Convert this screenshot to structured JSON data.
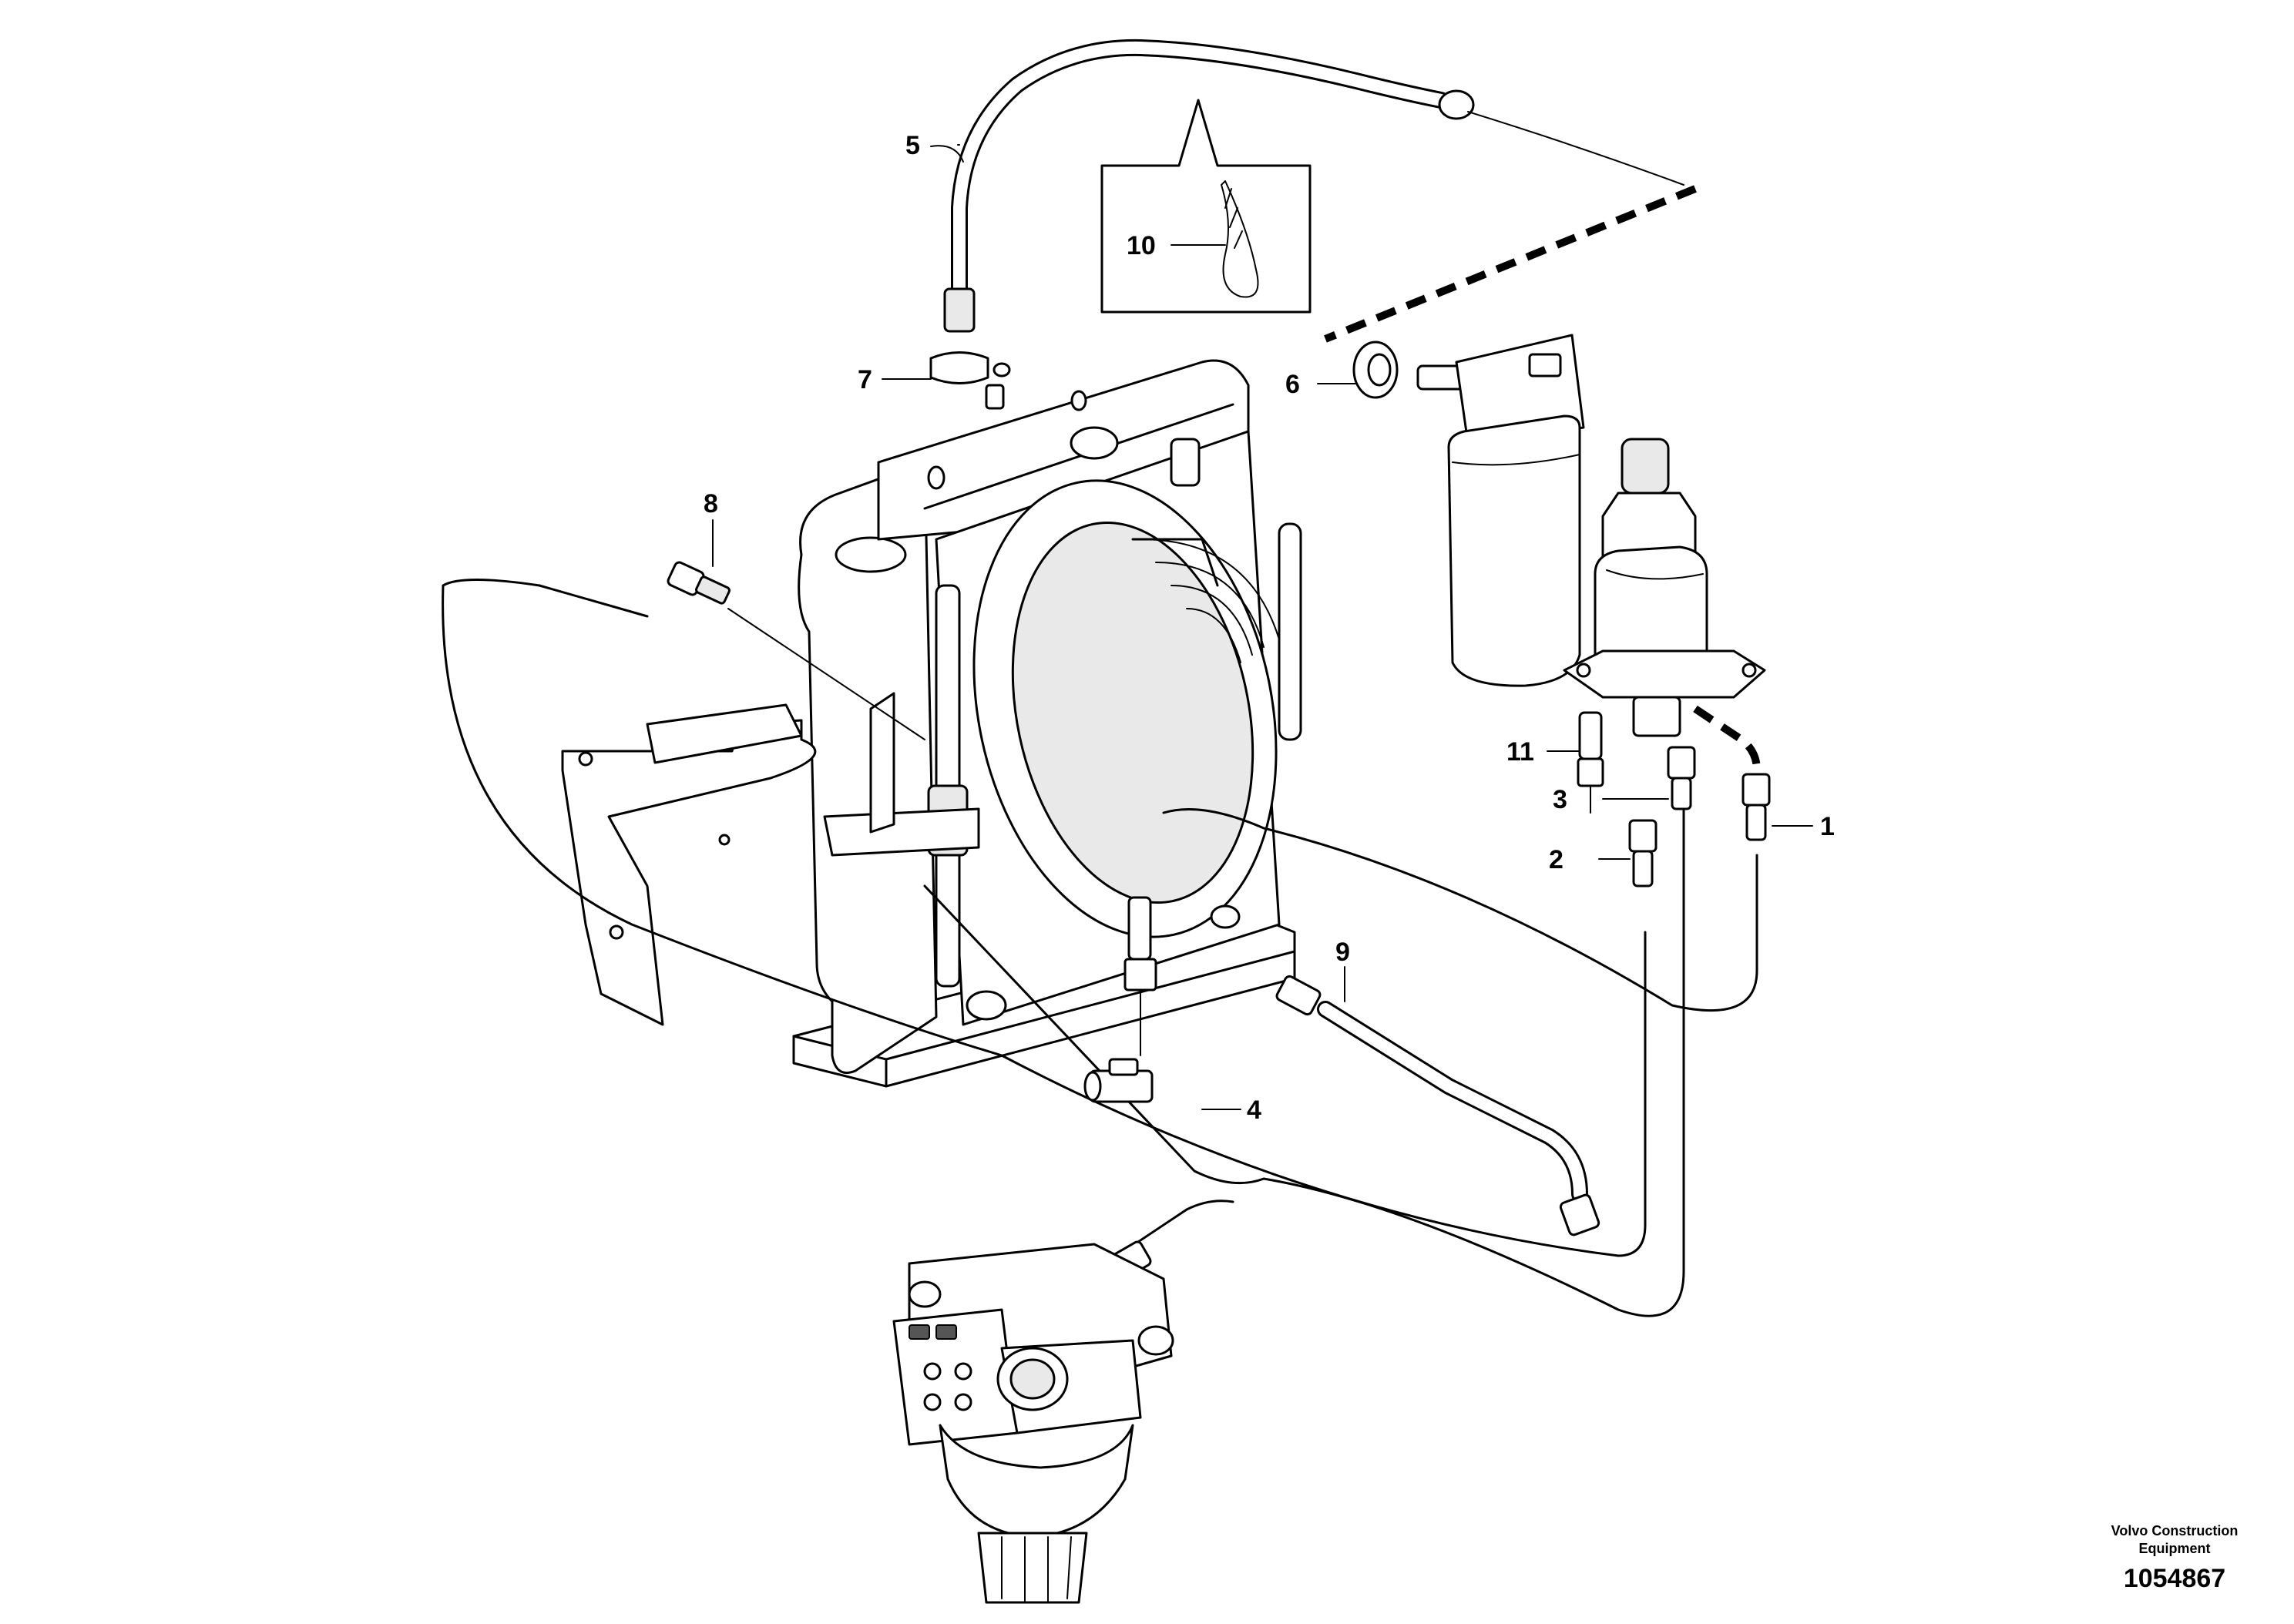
{
  "callouts": [
    {
      "id": "1",
      "label": "1"
    },
    {
      "id": "2",
      "label": "2"
    },
    {
      "id": "3",
      "label": "3"
    },
    {
      "id": "4",
      "label": "4"
    },
    {
      "id": "5",
      "label": "5"
    },
    {
      "id": "6",
      "label": "6"
    },
    {
      "id": "7",
      "label": "7"
    },
    {
      "id": "8",
      "label": "8"
    },
    {
      "id": "9",
      "label": "9"
    },
    {
      "id": "10",
      "label": "10"
    },
    {
      "id": "11",
      "label": "11"
    }
  ],
  "footer": {
    "brand_line1": "Volvo Construction",
    "brand_line2": "Equipment",
    "doc_number": "1054867"
  }
}
